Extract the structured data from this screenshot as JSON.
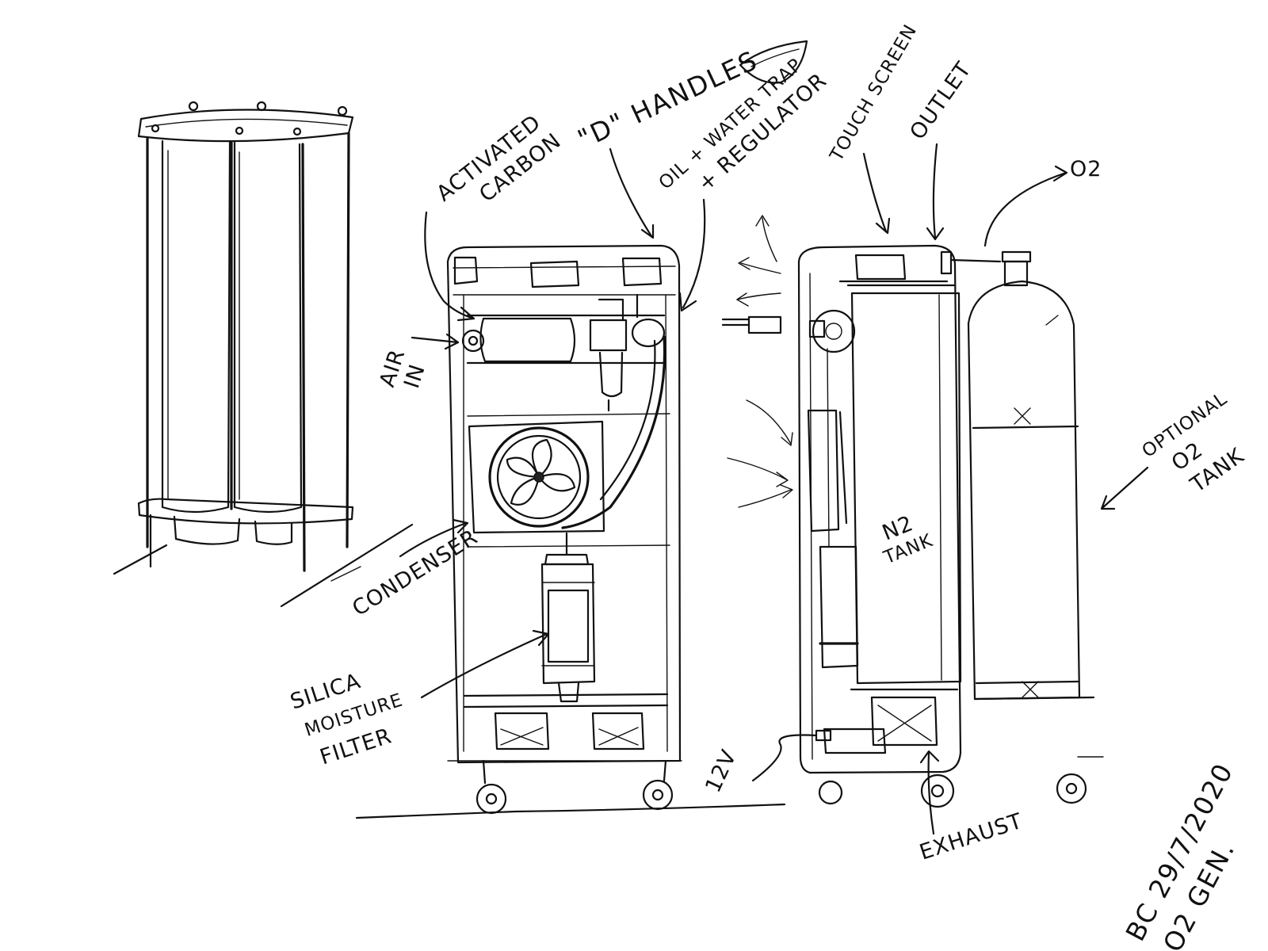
{
  "labels": {
    "activated_carbon": [
      "ACTIVATED",
      "CARBON"
    ],
    "d_handles": "\"D\" HANDLES",
    "oil_water_trap": [
      "OIL + WATER TRAP",
      "+ REGULATOR"
    ],
    "touch_screen": "TOUCH SCREEN",
    "outlet": "OUTLET",
    "o2_out": "O2",
    "air_in": [
      "AIR",
      "IN"
    ],
    "condenser": "CONDENSER",
    "silica_filter": [
      "SILICA",
      "MOISTURE",
      "FILTER"
    ],
    "n2_tank": [
      "N2",
      "TANK"
    ],
    "optional_tank": [
      "OPTIONAL",
      "O2",
      "TANK"
    ],
    "power": "12V",
    "exhaust": "EXHAUST",
    "signature": [
      "BC 29/7/2020",
      "O2 GEN."
    ]
  },
  "colors": {
    "ink": "#111111",
    "paper": "#ffffff"
  }
}
